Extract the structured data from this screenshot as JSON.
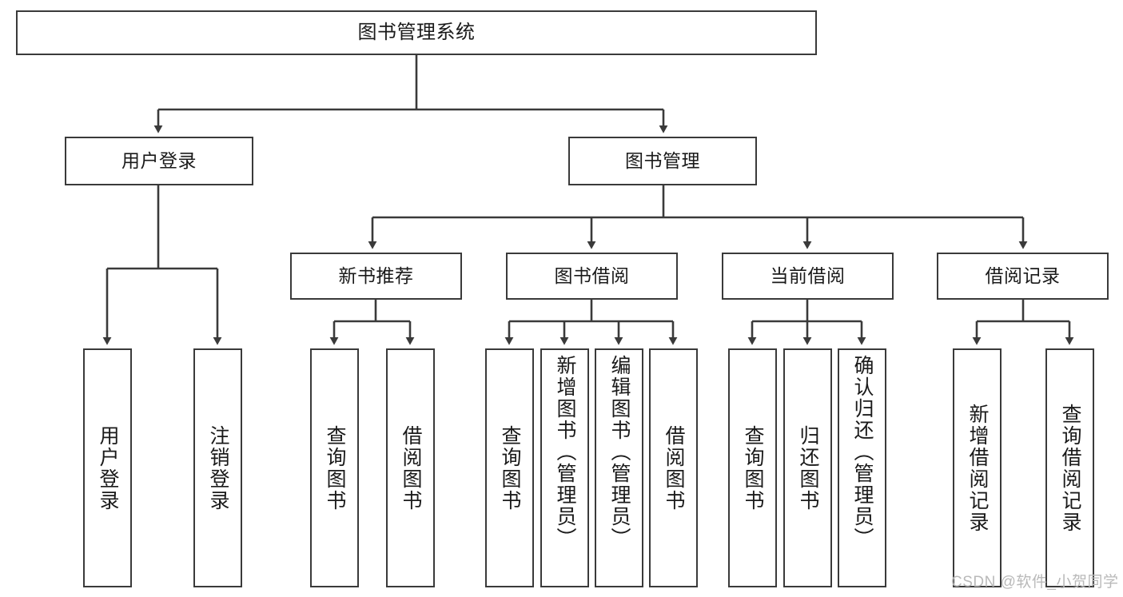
{
  "diagram": {
    "type": "tree-hierarchy",
    "title": "图书管理系统",
    "watermark": "CSDN @软件_小贺同学",
    "colors": {
      "box_border": "#3a3a3a",
      "box_fill": "#ffffff",
      "connector": "#3a3a3a",
      "text": "#1a1a1a",
      "watermark": "#b9b9b9",
      "background": "#ffffff"
    },
    "nodes": {
      "root": {
        "label": "图书管理系统",
        "level": 1
      },
      "user_login": {
        "label": "用户登录",
        "level": 2
      },
      "book_manage": {
        "label": "图书管理",
        "level": 2
      },
      "new_book_rec": {
        "label": "新书推荐",
        "level": 3
      },
      "book_borrow": {
        "label": "图书借阅",
        "level": 3
      },
      "current_borrow": {
        "label": "当前借阅",
        "level": 3
      },
      "borrow_record": {
        "label": "借阅记录",
        "level": 3
      },
      "leaf_user_login": {
        "label": "用户登录",
        "level": 4
      },
      "leaf_logout": {
        "label": "注销登录",
        "level": 4
      },
      "leaf_query_book_1": {
        "label": "查询图书",
        "level": 4
      },
      "leaf_borrow_book_1": {
        "label": "借阅图书",
        "level": 4
      },
      "leaf_query_book_2": {
        "label": "查询图书",
        "level": 4
      },
      "leaf_add_book": {
        "label": "新增图书（管理员）",
        "level": 4
      },
      "leaf_edit_book": {
        "label": "编辑图书（管理员）",
        "level": 4
      },
      "leaf_borrow_book_2": {
        "label": "借阅图书",
        "level": 4
      },
      "leaf_query_book_3": {
        "label": "查询图书",
        "level": 4
      },
      "leaf_return_book": {
        "label": "归还图书",
        "level": 4
      },
      "leaf_confirm_return": {
        "label": "确认归还（管理员）",
        "level": 4
      },
      "leaf_add_record": {
        "label": "新增借阅记录",
        "level": 4
      },
      "leaf_query_record": {
        "label": "查询借阅记录",
        "level": 4
      }
    },
    "edges": [
      {
        "from": "root",
        "to": "user_login"
      },
      {
        "from": "root",
        "to": "book_manage"
      },
      {
        "from": "user_login",
        "to": "leaf_user_login"
      },
      {
        "from": "user_login",
        "to": "leaf_logout"
      },
      {
        "from": "book_manage",
        "to": "new_book_rec"
      },
      {
        "from": "book_manage",
        "to": "book_borrow"
      },
      {
        "from": "book_manage",
        "to": "current_borrow"
      },
      {
        "from": "book_manage",
        "to": "borrow_record"
      },
      {
        "from": "new_book_rec",
        "to": "leaf_query_book_1"
      },
      {
        "from": "new_book_rec",
        "to": "leaf_borrow_book_1"
      },
      {
        "from": "book_borrow",
        "to": "leaf_query_book_2"
      },
      {
        "from": "book_borrow",
        "to": "leaf_add_book"
      },
      {
        "from": "book_borrow",
        "to": "leaf_edit_book"
      },
      {
        "from": "book_borrow",
        "to": "leaf_borrow_book_2"
      },
      {
        "from": "current_borrow",
        "to": "leaf_query_book_3"
      },
      {
        "from": "current_borrow",
        "to": "leaf_return_book"
      },
      {
        "from": "current_borrow",
        "to": "leaf_confirm_return"
      },
      {
        "from": "borrow_record",
        "to": "leaf_add_record"
      },
      {
        "from": "borrow_record",
        "to": "leaf_query_record"
      }
    ]
  }
}
